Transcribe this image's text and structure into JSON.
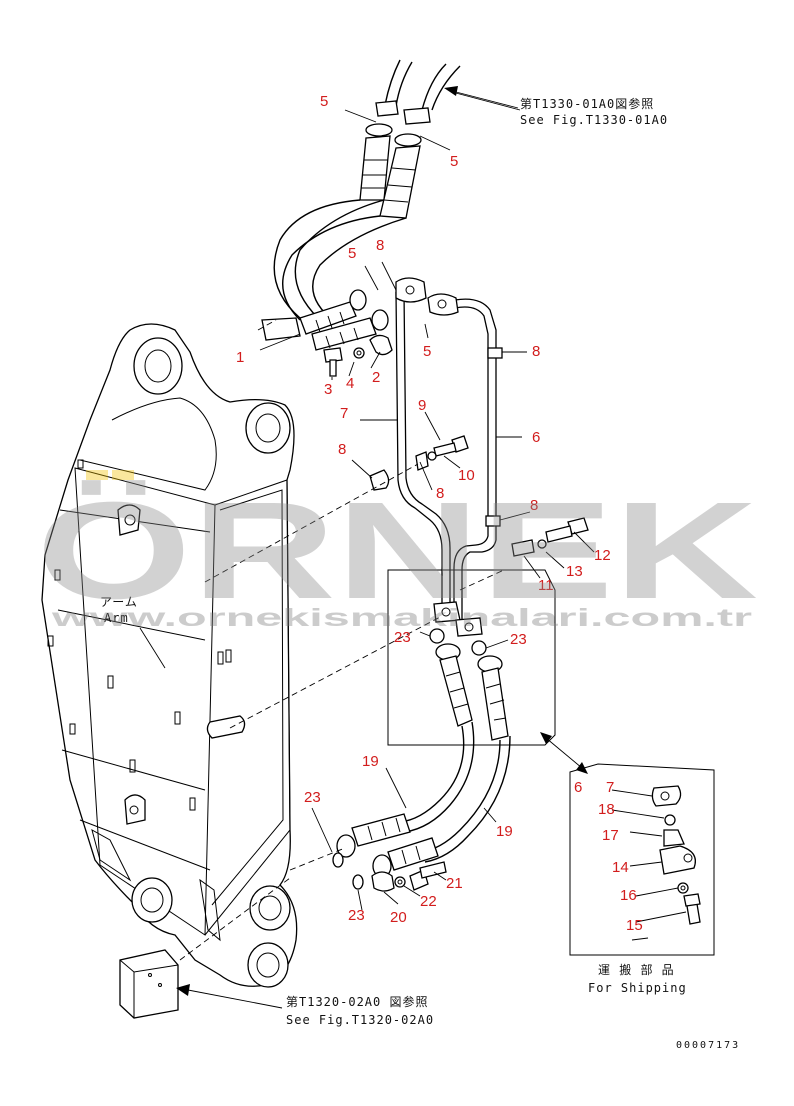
{
  "references": {
    "upper_ja": "第T1330-01A0図参照",
    "upper_en": "See Fig.T1330-01A0",
    "lower_ja": "第T1320-02A0 図参照",
    "lower_en": "See Fig.T1320-02A0"
  },
  "arm_label": {
    "ja": "アーム",
    "en": "Arm"
  },
  "shipping_label": {
    "ja": "運 搬 部 品",
    "en": "For Shipping"
  },
  "drawing_number": "00007173",
  "watermark": {
    "brand": "ÖRNEK",
    "url": "www.ornekismakinalari.com.tr"
  },
  "callouts": {
    "c5a": "5",
    "c5b": "5",
    "c5c": "5",
    "c5d": "5",
    "c8a": "8",
    "c8b": "8",
    "c8c": "8",
    "c8d": "8",
    "c1": "1",
    "c2": "2",
    "c3": "3",
    "c4": "4",
    "c6": "6",
    "c7": "7",
    "c9": "9",
    "c10": "10",
    "c11": "11",
    "c12": "12",
    "c13": "13",
    "c19a": "19",
    "c19b": "19",
    "c20": "20",
    "c21": "21",
    "c22": "22",
    "c23a": "23",
    "c23b": "23",
    "c23c": "23",
    "c23d": "23",
    "s6": "6",
    "s7": "7",
    "s18": "18",
    "s17": "17",
    "s14": "14",
    "s16": "16",
    "s15": "15"
  }
}
